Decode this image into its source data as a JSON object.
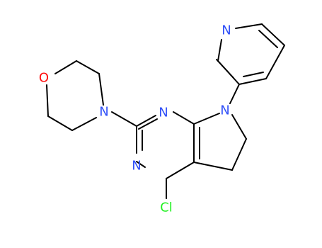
{
  "molecule": {
    "atoms": [
      {
        "id": "o1",
        "element": "O",
        "label": "O",
        "color": "#ff0d0d"
      },
      {
        "id": "n_morph",
        "element": "N",
        "label": "N",
        "color": "#3050f8"
      },
      {
        "id": "n1",
        "element": "N",
        "label": "N",
        "color": "#3050f8"
      },
      {
        "id": "n3",
        "element": "N",
        "label": "N",
        "color": "#3050f8"
      },
      {
        "id": "n7",
        "element": "N",
        "label": "N",
        "color": "#3050f8"
      },
      {
        "id": "n_pyr",
        "element": "N",
        "label": "N",
        "color": "#3050f8"
      },
      {
        "id": "cl",
        "element": "Cl",
        "label": "Cl",
        "color": "#1ff01f"
      }
    ]
  }
}
